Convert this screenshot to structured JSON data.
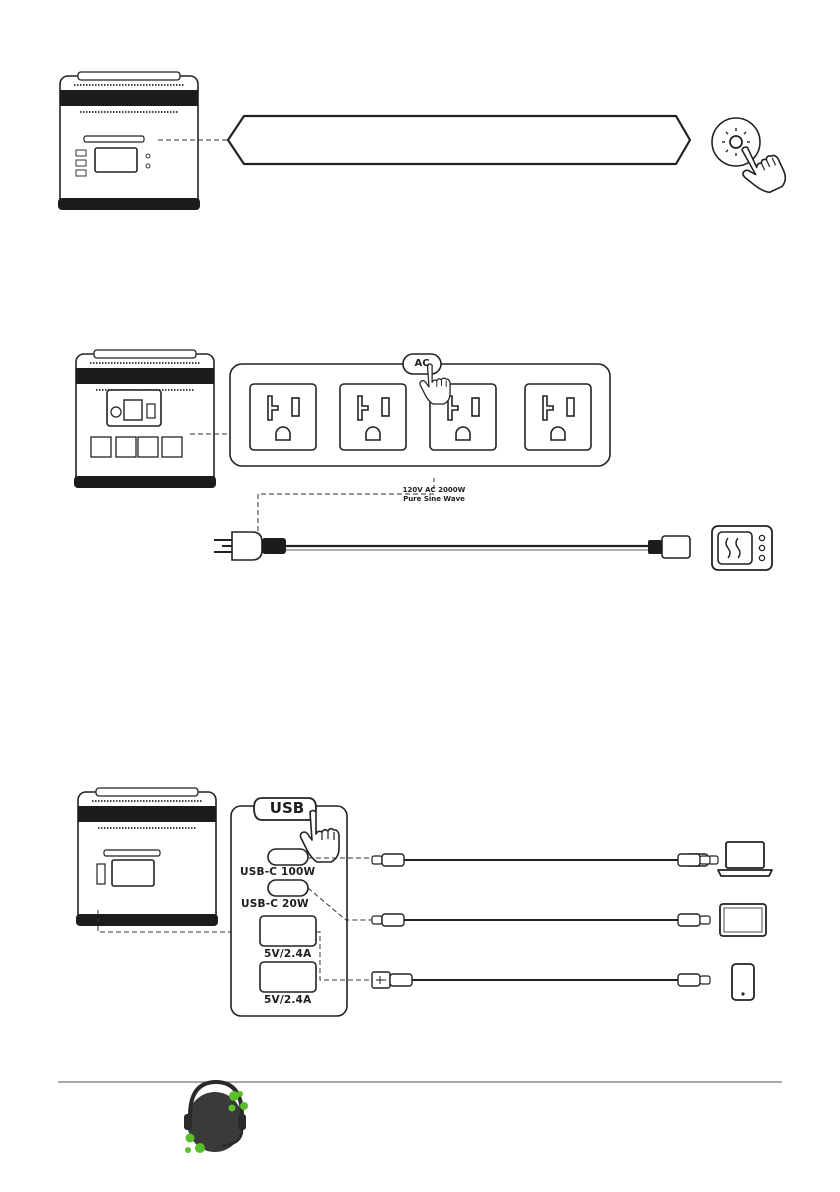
{
  "sections": {
    "power": {
      "button_icon": "light-button-icon",
      "hand_icon": "pointing-hand-icon"
    },
    "ac": {
      "badge": "AC",
      "spec_line1": "120V AC 2000W",
      "spec_line2": "Pure Sine Wave",
      "outlet_icon": "nema-5-20-outlet-icon",
      "device_icon": "microwave-icon"
    },
    "usb": {
      "badge": "USB",
      "ports": [
        "USB-C 100W",
        "USB-C 20W",
        "5V/2.4A",
        "5V/2.4A"
      ],
      "device_icons": [
        "laptop-icon",
        "tablet-icon",
        "phone-icon"
      ]
    }
  },
  "footer": {
    "logo_icon": "headset-support-logo-icon",
    "accent_color": "#5bbf2a"
  }
}
